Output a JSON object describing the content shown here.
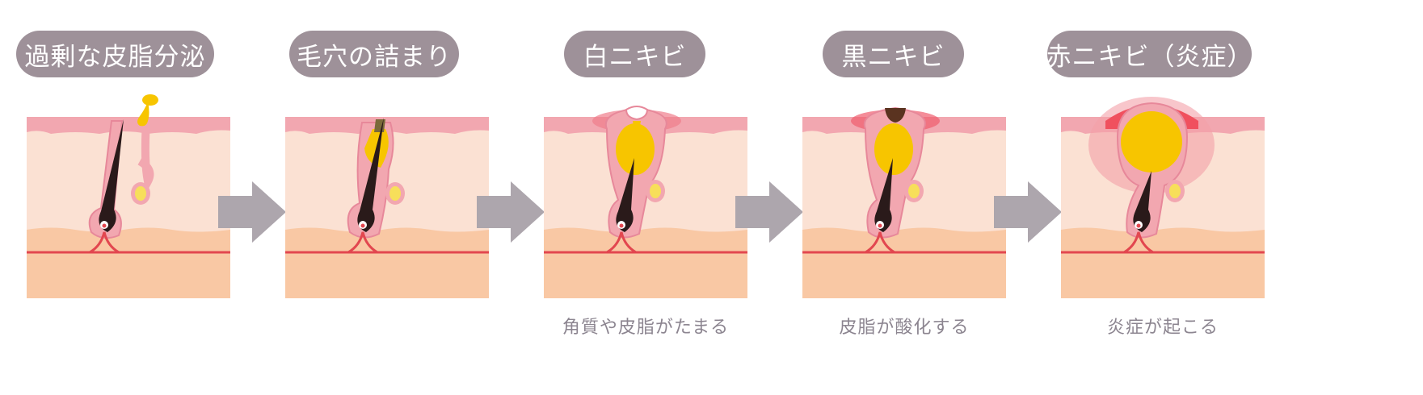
{
  "stages": [
    {
      "title": "過剰な皮脂分泌",
      "caption": ""
    },
    {
      "title": "毛穴の詰まり",
      "caption": ""
    },
    {
      "title": "白ニキビ",
      "caption": "角質や皮脂がたまる"
    },
    {
      "title": "黒ニキビ",
      "caption": "皮脂が酸化する"
    },
    {
      "title": "赤ニキビ（炎症）",
      "caption": "炎症が起こる"
    }
  ],
  "colors": {
    "pill_bg": "#9e9199",
    "pill_text": "#ffffff",
    "caption_text": "#8c8590",
    "arrow": "#ada6ad",
    "skin_surface": "#f2a7b0",
    "dermis": "#fbe1d3",
    "subcutis": "#f9c8a4",
    "sebum": "#f7c500",
    "hair": "#2a1a1a",
    "blood_vessel": "#e2474f",
    "inflammation": "#f0505e"
  },
  "icons": [
    "arrow-right-icon",
    "hair-follicle-icon",
    "sebum-droplet-icon",
    "sebaceous-gland-icon"
  ]
}
